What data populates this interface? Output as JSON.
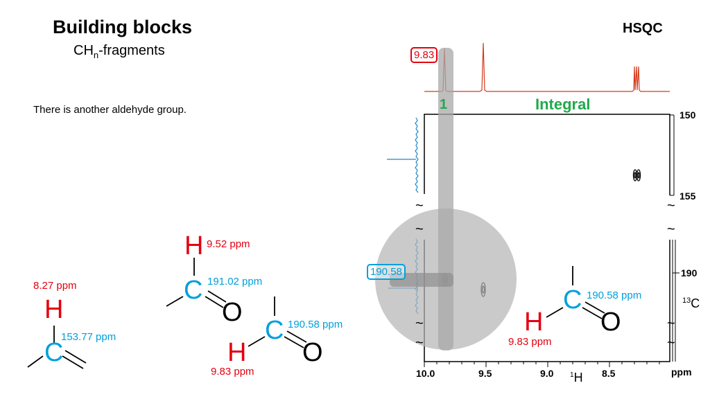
{
  "header": {
    "title": "Building blocks",
    "subtitle_prefix": "CH",
    "subtitle_sub": "n",
    "subtitle_suffix": "-fragments",
    "note": "There is another aldehyde group."
  },
  "spectrum": {
    "experiment": "HSQC",
    "highlight_h": "9.83",
    "highlight_c": "190.58",
    "integral_label": "Integral",
    "integral_value": "1",
    "f1_ticks": [
      "150",
      "155",
      "190"
    ],
    "f2_ticks": [
      "10.0",
      "9.5",
      "9.0",
      "8.5"
    ],
    "f2_unit": "ppm",
    "f1_nucleus_sup": "13",
    "f1_nucleus": "C",
    "f2_nucleus_sup": "1",
    "f2_nucleus": "H",
    "break_mark": "~"
  },
  "fragments": {
    "vinyl": {
      "h_shift": "8.27 ppm",
      "c_shift": "153.77 ppm",
      "h_atom": "H",
      "c_atom": "C"
    },
    "aldehyde_a": {
      "h_shift": "9.52 ppm",
      "c_shift": "191.02 ppm",
      "h_atom": "H",
      "c_atom": "C",
      "o_atom": "O"
    },
    "aldehyde_b": {
      "h_shift": "9.83 ppm",
      "c_shift": "190.58 ppm",
      "h_atom": "H",
      "c_atom": "C",
      "o_atom": "O"
    },
    "aldehyde_spectrum": {
      "h_shift": "9.83 ppm",
      "c_shift": "190.58 ppm",
      "h_atom": "H",
      "c_atom": "C",
      "o_atom": "O"
    }
  },
  "colors": {
    "h": "#e3000f",
    "c": "#00a0dc",
    "integral": "#1faa4b",
    "highlight": "#b0b0b0"
  }
}
